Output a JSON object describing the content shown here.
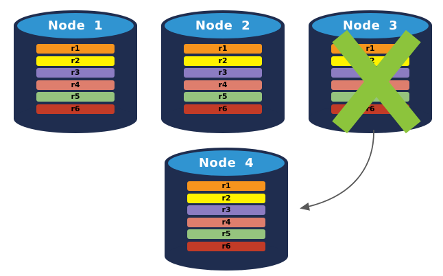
{
  "diagram": {
    "description": "Database replication failover diagram with four node cylinders",
    "colors": {
      "cylinder_body": "#1f2d4f",
      "cylinder_cap": "#3094d1",
      "title_text": "#ffffff",
      "row_text": "#000000",
      "x_mark": "#8cc43c",
      "arrow": "#595959",
      "background": "#ffffff"
    },
    "row_colors": [
      "#f7941d",
      "#fff200",
      "#8c7cc2",
      "#de7e6d",
      "#95c47e",
      "#c23b27"
    ],
    "nodes": [
      {
        "label": "Node 1",
        "failed": false,
        "rows": [
          "r1",
          "r2",
          "r3",
          "r4",
          "r5",
          "r6"
        ]
      },
      {
        "label": "Node 2",
        "failed": false,
        "rows": [
          "r1",
          "r2",
          "r3",
          "r4",
          "r5",
          "r6"
        ]
      },
      {
        "label": "Node 3",
        "failed": true,
        "rows": [
          "r1",
          "r2",
          "r3",
          "r4",
          "r5",
          "r6"
        ]
      },
      {
        "label": "Node 4",
        "failed": false,
        "rows": [
          "r1",
          "r2",
          "r3",
          "r4",
          "r5",
          "r6"
        ]
      }
    ],
    "arrow": {
      "from_node": "Node 3",
      "to_node": "Node 4"
    }
  }
}
